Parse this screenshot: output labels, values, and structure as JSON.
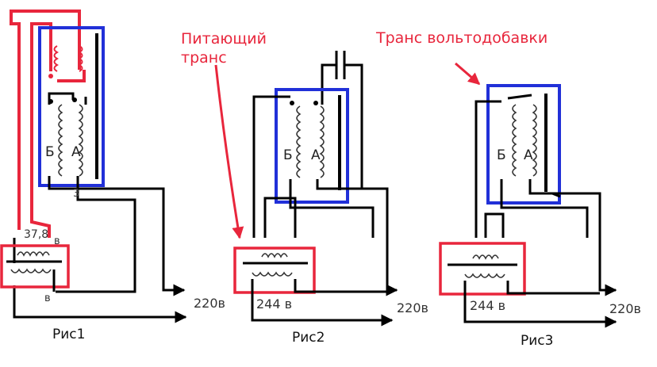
{
  "colors": {
    "wire": "#000000",
    "red": "#e8263c",
    "blue": "#2130d8"
  },
  "annotations": {
    "supply_line1": "Питающий",
    "supply_line2": "транс",
    "booster": "Транс вольтодобавки"
  },
  "fig1": {
    "caption": "Рис1",
    "coil_b": "Б",
    "coil_a": "А",
    "voltage_in": "37,8",
    "unit_top": "в",
    "unit_bottom": "в",
    "output": "220в",
    "small_mark": "3"
  },
  "fig2": {
    "caption": "Рис2",
    "coil_b": "Б",
    "coil_a": "А",
    "voltage": "244 в",
    "output": "220в"
  },
  "fig3": {
    "caption": "Рис3",
    "coil_b": "Б",
    "coil_a": "А",
    "voltage": "244 в",
    "output": "220в"
  }
}
